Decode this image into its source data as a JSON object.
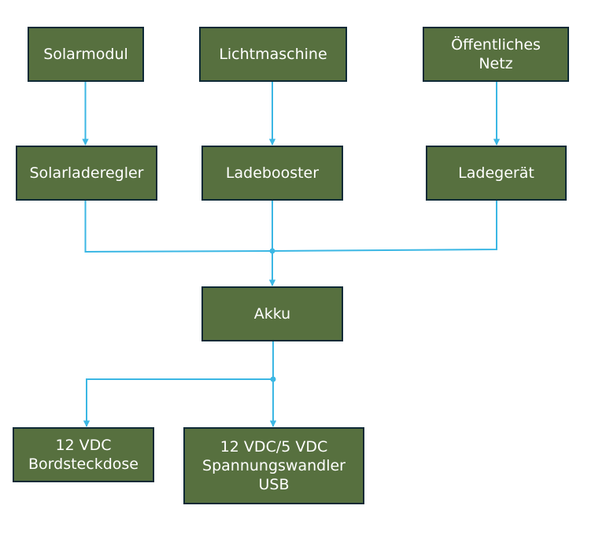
{
  "colors": {
    "node_fill": "#57703f",
    "node_border": "#0e2a36",
    "node_text": "#ffffff",
    "connector": "#3bb7e4"
  },
  "nodes": {
    "solarmodul": {
      "lines": [
        "Solarmodul"
      ]
    },
    "lichtmaschine": {
      "lines": [
        "Lichtmaschine"
      ]
    },
    "netz": {
      "lines": [
        "Öffentliches",
        "Netz"
      ]
    },
    "solarladeregler": {
      "lines": [
        "Solarladeregler"
      ]
    },
    "ladebooster": {
      "lines": [
        "Ladebooster"
      ]
    },
    "ladegeraet": {
      "lines": [
        "Ladegerät"
      ]
    },
    "akku": {
      "lines": [
        "Akku"
      ]
    },
    "bordsteckdose": {
      "lines": [
        "12 VDC",
        "Bordsteckdose"
      ]
    },
    "wandler": {
      "lines": [
        "12 VDC/5 VDC",
        "Spannungswandler",
        "USB"
      ]
    }
  },
  "edges": [
    {
      "from": "solarmodul",
      "to": "solarladeregler"
    },
    {
      "from": "lichtmaschine",
      "to": "ladebooster"
    },
    {
      "from": "netz",
      "to": "ladegeraet"
    },
    {
      "from": "solarladeregler",
      "to": "akku"
    },
    {
      "from": "ladebooster",
      "to": "akku"
    },
    {
      "from": "ladegeraet",
      "to": "akku"
    },
    {
      "from": "akku",
      "to": "bordsteckdose"
    },
    {
      "from": "akku",
      "to": "wandler"
    }
  ]
}
